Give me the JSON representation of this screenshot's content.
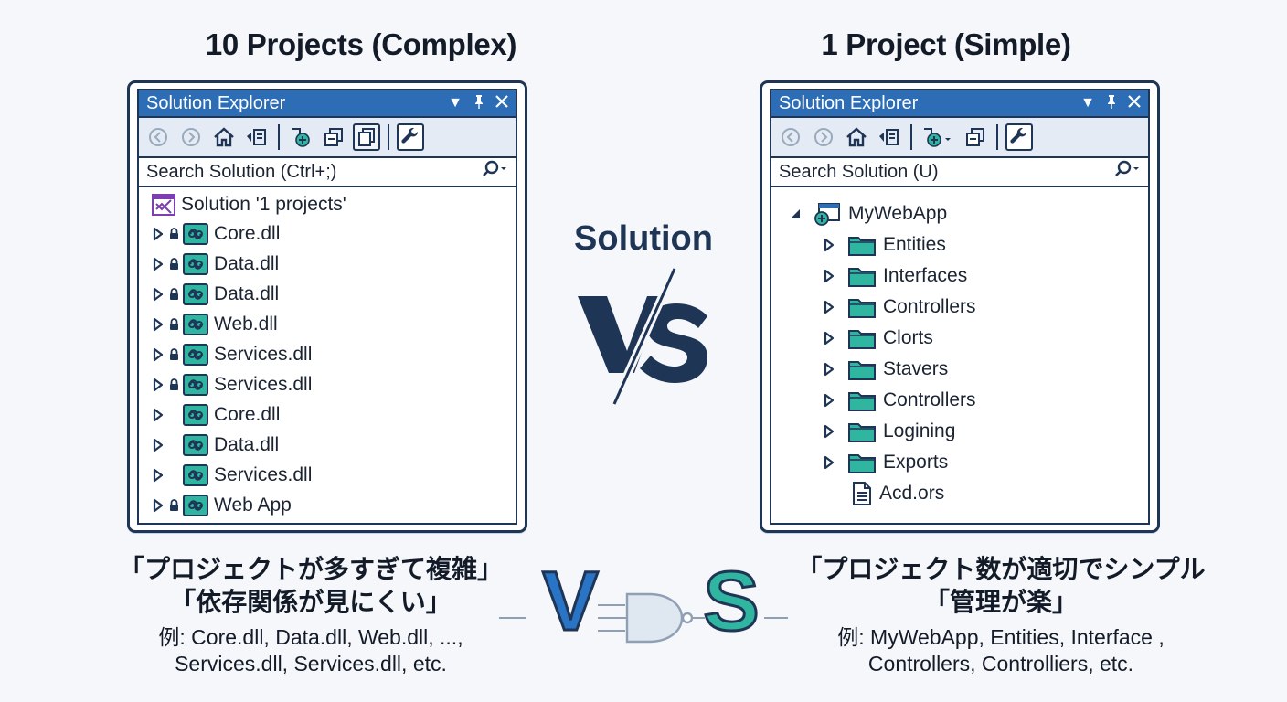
{
  "left": {
    "heading": "10 Projects (Complex)",
    "panel_title": "Solution Explorer",
    "search_placeholder": "Search Solution (Ctrl+;)",
    "solution_label": "Solution '1 projects'",
    "items": [
      {
        "label": "Core.dll",
        "locked": true
      },
      {
        "label": "Data.dll",
        "locked": true
      },
      {
        "label": "Data.dll",
        "locked": true
      },
      {
        "label": "Web.dll",
        "locked": true
      },
      {
        "label": "Services.dll",
        "locked": true
      },
      {
        "label": "Services.dll",
        "locked": true
      },
      {
        "label": "Core.dll",
        "locked": false
      },
      {
        "label": "Data.dll",
        "locked": false
      },
      {
        "label": "Services.dll",
        "locked": false
      },
      {
        "label": "Web App",
        "locked": true
      }
    ],
    "caption_line1": "「プロジェクトが多すぎて複雑」",
    "caption_line2": "「依存関係が見にくい」",
    "example_line1": "例: Core.dll, Data.dll, Web.dll, ...,",
    "example_line2": "Services.dll, Services.dll, etc."
  },
  "right": {
    "heading": "1 Project (Simple)",
    "panel_title": "Solution Explorer",
    "search_placeholder": "Search Solution (U)",
    "project_label": "MyWebApp",
    "folders": [
      "Entities",
      "Interfaces",
      "Controllers",
      "Clorts",
      "Stavers",
      "Controllers",
      "Logining",
      "Exports"
    ],
    "file": "Acd.ors",
    "caption_line1": "「プロジェクト数が適切でシンプル",
    "caption_line2": "「管理が楽」",
    "example_line1": "例: MyWebApp, Entities, Interface ,",
    "example_line2": "Controllers, Controlliers, etc."
  },
  "center": {
    "label": "Solution",
    "vs_text": "VS",
    "bottom_v": "V",
    "bottom_s": "S"
  },
  "colors": {
    "titlebar": "#2c6db5",
    "navy": "#1e3556",
    "teal": "#2fb5a0",
    "blue": "#2a74c6"
  }
}
